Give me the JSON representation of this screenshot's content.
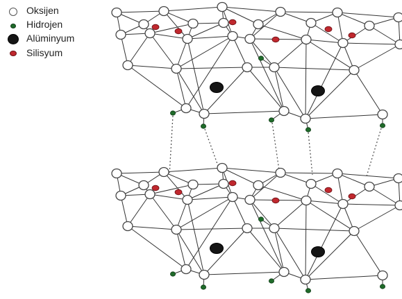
{
  "legend": {
    "items": [
      {
        "label": "Oksijen",
        "symbol": "oxygen-atom-symbol",
        "fill": "#ffffff",
        "stroke": "#555555"
      },
      {
        "label": "Hidrojen",
        "symbol": "hydrogen-atom-symbol",
        "fill": "#1f6b2a",
        "stroke": "#0e3a15"
      },
      {
        "label": "Alüminyum",
        "symbol": "aluminum-atom-symbol",
        "fill": "#151515",
        "stroke": "#000000"
      },
      {
        "label": "Silisyum",
        "symbol": "silicon-atom-symbol",
        "fill": "#c0282e",
        "stroke": "#6a1116"
      }
    ]
  },
  "colors": {
    "oxygen_fill": "#ffffff",
    "oxygen_stroke": "#444444",
    "hydrogen": "#1f6b2a",
    "aluminum": "#151515",
    "silicon": "#c0282e",
    "bond": "#333333",
    "hydrogen_bond": "#555555"
  }
}
